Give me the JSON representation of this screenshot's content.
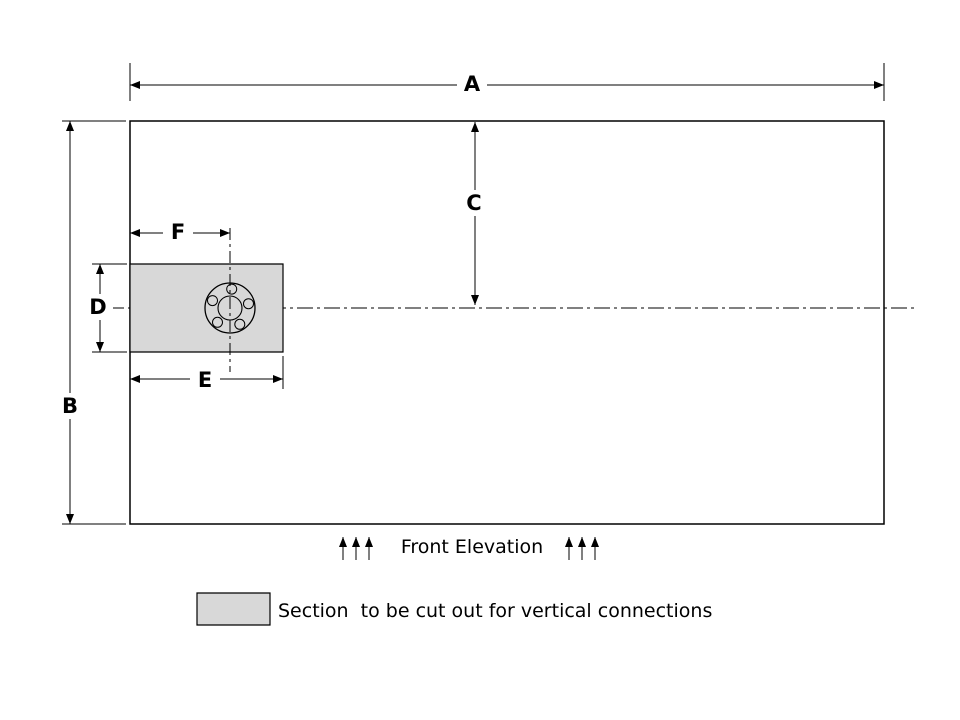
{
  "diagram": {
    "labels": {
      "A": "A",
      "B": "B",
      "C": "C",
      "D": "D",
      "E": "E",
      "F": "F"
    },
    "caption": "Front Elevation",
    "legend": {
      "text": "Section  to be cut out for vertical connections"
    },
    "colors": {
      "line": "#000000",
      "cutout_fill": "#d8d8d8",
      "background": "#ffffff"
    }
  }
}
